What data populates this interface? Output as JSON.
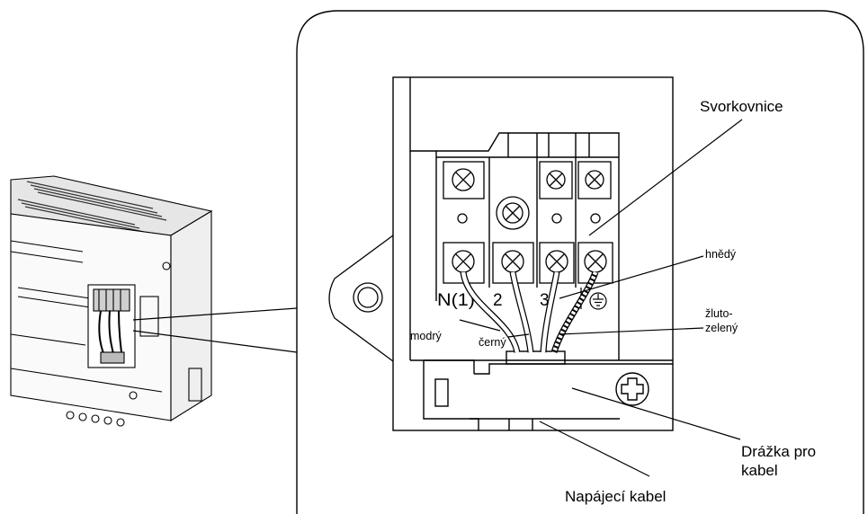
{
  "labels": {
    "svorkovnice": "Svorkovnice",
    "hnedy": "hnědý",
    "zluto_line1": "žluto-",
    "zluto_line2": "zelený",
    "modry": "modrý",
    "cerny": "černý",
    "drazka_line1": "Drážka pro",
    "drazka_line2": "kabel",
    "napajeci": "Napájecí kabel"
  },
  "terminals": {
    "t1": "N(1)",
    "t2": "2",
    "t3": "3",
    "earth_symbol": "earth-ground-icon"
  },
  "colors": {
    "line": "#000000",
    "background": "#ffffff",
    "device_shade": "#dcdcdc"
  }
}
